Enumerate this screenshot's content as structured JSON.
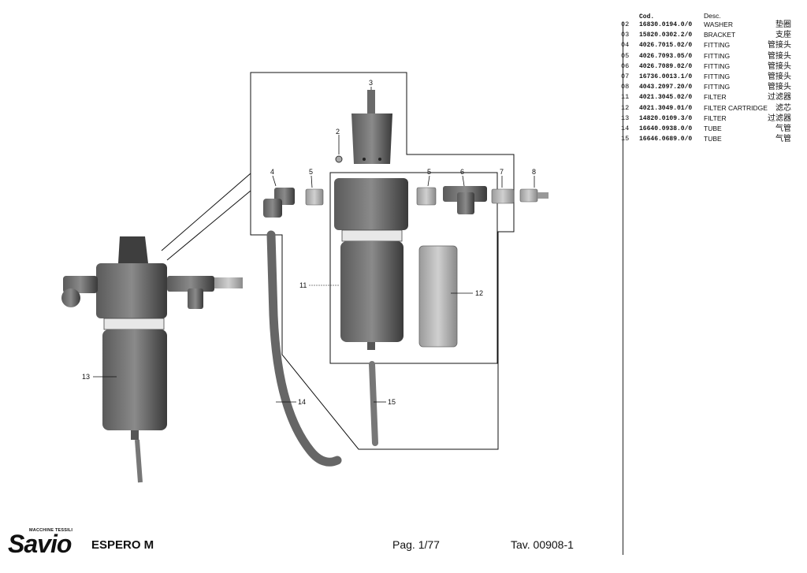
{
  "parts_table": {
    "header_code": "Cod.",
    "header_desc": "Desc.",
    "rows": [
      {
        "idx": "02",
        "code": "16830.0194.0/0",
        "desc": "WASHER",
        "desc_cn": "垫圈"
      },
      {
        "idx": "03",
        "code": "15820.0302.2/0",
        "desc": "BRACKET",
        "desc_cn": "支座"
      },
      {
        "idx": "04",
        "code": "4026.7015.02/0",
        "desc": "FITTING",
        "desc_cn": "管接头"
      },
      {
        "idx": "05",
        "code": "4026.7093.05/0",
        "desc": "FITTING",
        "desc_cn": "管接头"
      },
      {
        "idx": "06",
        "code": "4026.7089.02/0",
        "desc": "FITTING",
        "desc_cn": "管接头"
      },
      {
        "idx": "07",
        "code": "16736.0013.1/0",
        "desc": "FITTING",
        "desc_cn": "管接头"
      },
      {
        "idx": "08",
        "code": "4043.2097.20/0",
        "desc": "FITTING",
        "desc_cn": "管接头"
      },
      {
        "idx": "11",
        "code": "4021.3045.02/0",
        "desc": "FILTER",
        "desc_cn": "过滤器"
      },
      {
        "idx": "12",
        "code": "4021.3049.01/0",
        "desc": "FILTER CARTRIDGE",
        "desc_cn": "滤芯"
      },
      {
        "idx": "13",
        "code": "14820.0109.3/0",
        "desc": "FILTER",
        "desc_cn": "过滤器"
      },
      {
        "idx": "14",
        "code": "16640.0938.0/0",
        "desc": "TUBE",
        "desc_cn": "气管"
      },
      {
        "idx": "15",
        "code": "16646.0689.0/0",
        "desc": "TUBE",
        "desc_cn": "气管"
      }
    ]
  },
  "callouts": {
    "c2": "2",
    "c3": "3",
    "c4": "4",
    "c5a": "5",
    "c5b": "5",
    "c6": "6",
    "c7": "7",
    "c8": "8",
    "c11": "11",
    "c12": "12",
    "c13": "13",
    "c14": "14",
    "c15": "15"
  },
  "footer": {
    "brand_tagline": "MACCHINE TESSILI",
    "brand_name": "Savio",
    "model": "ESPERO M",
    "page": "Pag. 1/77",
    "table_ref": "Tav. 00908-1"
  },
  "colors": {
    "ink": "#111111",
    "part_dark": "#4a4a4a",
    "part_mid": "#7a7a7a",
    "part_light": "#b0b0b0"
  }
}
